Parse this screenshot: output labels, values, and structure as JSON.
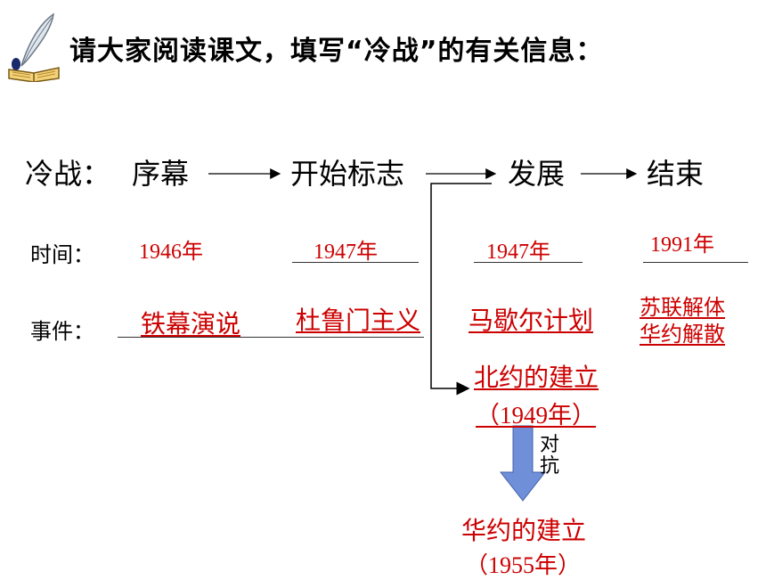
{
  "slide": {
    "title": "请大家阅读课文，填写“冷战”的有关信息：",
    "colors": {
      "answer": "#cc0000",
      "arrow_fill": "#6f8fd9"
    },
    "icons": [
      "quill-book-icon"
    ]
  },
  "stages": {
    "label": "冷战：",
    "items": [
      "序幕",
      "开始标志",
      "发展",
      "结束"
    ]
  },
  "time": {
    "label": "时间：",
    "values": [
      "1946年",
      "1947年",
      "1947年",
      "1991年"
    ]
  },
  "events": {
    "label": "事件：",
    "values": [
      "铁幕演说",
      "杜鲁门主义",
      "马歇尔计划"
    ],
    "end_lines": [
      "苏联解体",
      "华约解散"
    ]
  },
  "nato": {
    "name": "北约的建立",
    "year": "（1949年）"
  },
  "rivalry": {
    "label_lines": [
      "对",
      "抗"
    ]
  },
  "warsaw": {
    "name": "华约的建立",
    "year": "（1955年）"
  }
}
